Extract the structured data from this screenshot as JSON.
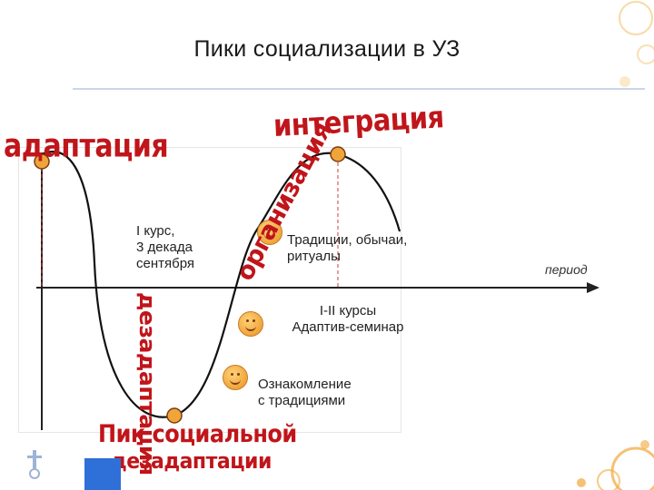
{
  "title": "Пики социализации в УЗ",
  "labels": {
    "adaptation": "адаптация",
    "integration": "интеграция",
    "organization": "организация",
    "disadaptation": "дезадаптация",
    "peak_line1": "Пик социальной",
    "peak_line2": "дезадаптации"
  },
  "notes": {
    "kurs": "I курс,\n3 декада\nсентября",
    "traditions": "Традиции, обычаи,\nритуалы",
    "kursy": "I-II курсы\nАдаптив-семинар",
    "acquaint": "Ознакомление\nс традициями"
  },
  "axis": {
    "x_label": "период"
  },
  "colors": {
    "curve": "#111111",
    "accent_red": "#c0151a",
    "peak_dot": "#f0a53a",
    "guide": "#d23c3c"
  },
  "icons": [
    "smiley-icon",
    "smiley-icon",
    "smiley-icon"
  ]
}
